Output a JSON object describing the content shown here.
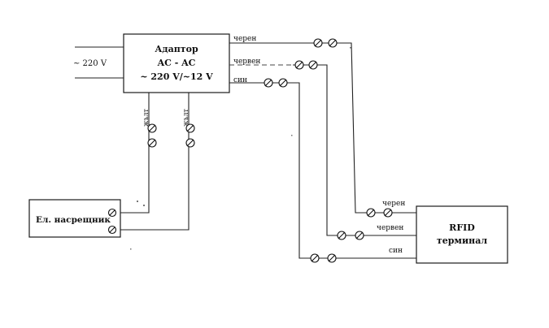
{
  "adapter": {
    "line1": "Адаптор",
    "line2": "AC - AC",
    "line3": "~ 220 V/~12 V"
  },
  "mains_input": "~ 220 V",
  "lock": {
    "label": "Ел. насрещник"
  },
  "rfid": {
    "line1": "RFID",
    "line2": "терминал"
  },
  "wire_labels": {
    "adapter_red": "черен",
    "adapter_red2": "червен",
    "adapter_blue": "син",
    "rfid_red": "черен",
    "rfid_red2": "червен",
    "rfid_blue": "син",
    "yellow_left": "жълт",
    "yellow_right": "жълт"
  }
}
